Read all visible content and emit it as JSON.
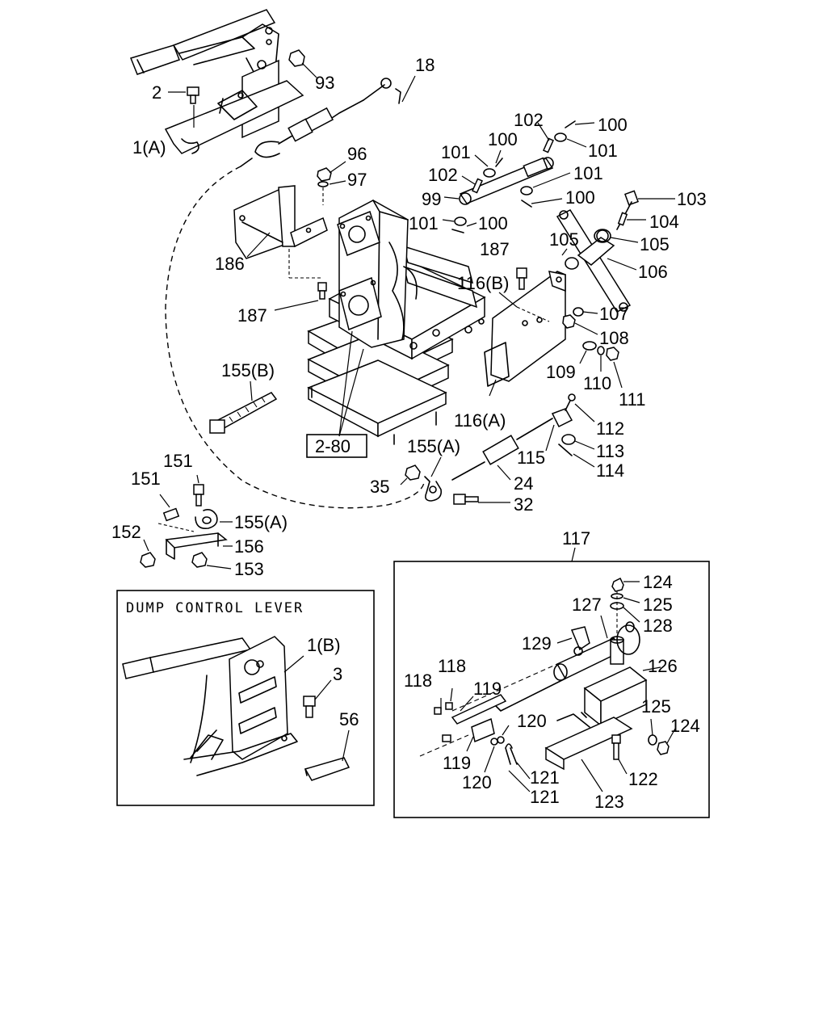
{
  "diagram": {
    "inset_title": "DUMP CONTROL LEVER",
    "reference_box": "2-80",
    "callouts": {
      "c18": "18",
      "c93": "93",
      "c2": "2",
      "c1a": "1(A)",
      "c96": "96",
      "c97": "97",
      "c186": "186",
      "c187a": "187",
      "c187b": "187",
      "c102a": "102",
      "c100a": "100",
      "c101a": "101",
      "c101b": "101",
      "c100b": "100",
      "c102b": "102",
      "c101c": "101",
      "c99": "99",
      "c100c": "100",
      "c101d": "101",
      "c100d": "100",
      "c103": "103",
      "c104": "104",
      "c105a": "105",
      "c105b": "105",
      "c106": "106",
      "c116b": "116(B)",
      "c107": "107",
      "c108": "108",
      "c109": "109",
      "c110": "110",
      "c111": "111",
      "c155b": "155(B)",
      "c116a": "116(A)",
      "c112": "112",
      "c113": "113",
      "c115": "115",
      "c114": "114",
      "c155a1": "155(A)",
      "c35": "35",
      "c24": "24",
      "c32": "32",
      "c151a": "151",
      "c151b": "151",
      "c155a2": "155(A)",
      "c152": "152",
      "c156": "156",
      "c153": "153",
      "c1b": "1(B)",
      "c3": "3",
      "c56": "56",
      "c117": "117",
      "c124a": "124",
      "c125a": "125",
      "c127": "127",
      "c128": "128",
      "c129": "129",
      "c126": "126",
      "c118a": "118",
      "c118b": "118",
      "c119a": "119",
      "c120a": "120",
      "c125b": "125",
      "c124b": "124",
      "c119b": "119",
      "c120b": "120",
      "c121a": "121",
      "c121b": "121",
      "c122": "122",
      "c123": "123"
    }
  }
}
